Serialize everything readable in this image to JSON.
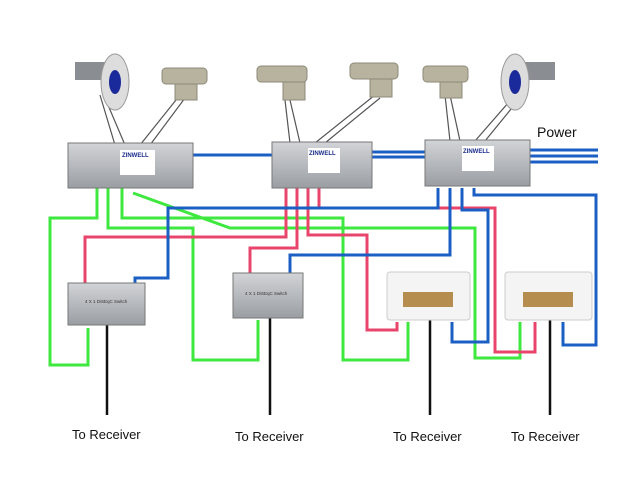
{
  "labels": {
    "power": "Power",
    "receiver_1": "To Receiver",
    "receiver_2": "To Receiver",
    "receiver_3": "To Receiver",
    "receiver_4": "To Receiver"
  },
  "devices": {
    "multiswitch_brand": "ZINWELL",
    "diseqc_label": "4 X 1 DiSEqC Switch"
  },
  "colors": {
    "green_cable": "#3ee83e",
    "pink_cable": "#e8446c",
    "blue_cable": "#1c5fc4",
    "receiver_cable": "#111111",
    "metal": "#b9bcc0"
  }
}
